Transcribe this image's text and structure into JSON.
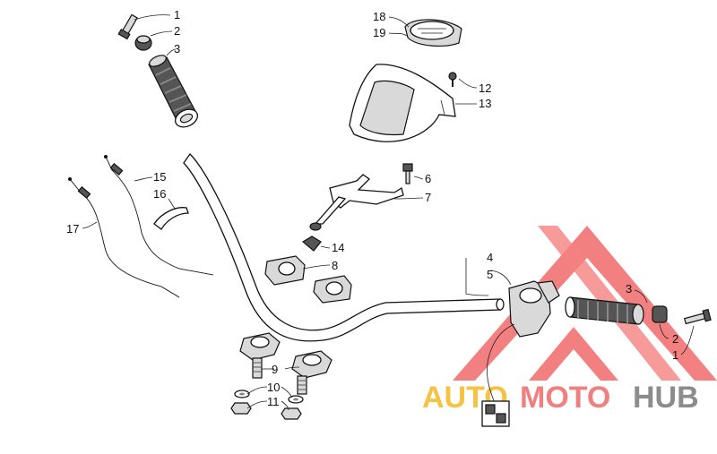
{
  "callouts": [
    {
      "id": "p1a",
      "text": "1"
    },
    {
      "id": "p2a",
      "text": "2"
    },
    {
      "id": "p3a",
      "text": "3"
    },
    {
      "id": "p18",
      "text": "18"
    },
    {
      "id": "p19",
      "text": "19"
    },
    {
      "id": "p12",
      "text": "12"
    },
    {
      "id": "p13",
      "text": "13"
    },
    {
      "id": "p6",
      "text": "6"
    },
    {
      "id": "p7",
      "text": "7"
    },
    {
      "id": "p15",
      "text": "15"
    },
    {
      "id": "p16",
      "text": "16"
    },
    {
      "id": "p17",
      "text": "17"
    },
    {
      "id": "p14",
      "text": "14"
    },
    {
      "id": "p8",
      "text": "8"
    },
    {
      "id": "p4",
      "text": "4"
    },
    {
      "id": "p5",
      "text": "5"
    },
    {
      "id": "p3b",
      "text": "3"
    },
    {
      "id": "p2b",
      "text": "2"
    },
    {
      "id": "p1b",
      "text": "1"
    },
    {
      "id": "p9",
      "text": "9"
    },
    {
      "id": "p10",
      "text": "10"
    },
    {
      "id": "p11",
      "text": "11"
    }
  ],
  "watermark": {
    "part1": "AUTO",
    "part2": "MOTO",
    "part3": "HUB",
    "colors": {
      "auto": "#f5c242",
      "moto": "#f08080",
      "hub": "#8c8c8c",
      "triangle": "#f26b6b"
    }
  }
}
